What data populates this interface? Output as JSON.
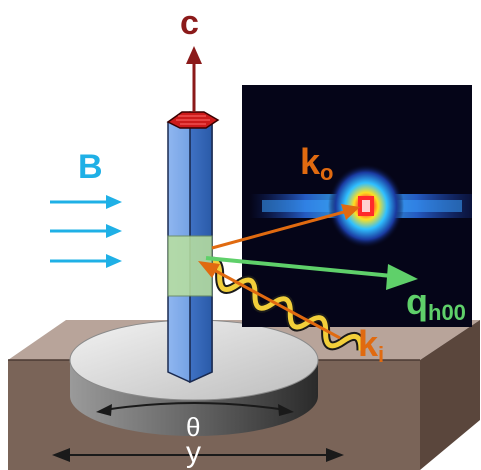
{
  "labels": {
    "c_axis": "c",
    "field": "B",
    "k_out": "k",
    "k_out_sub": "o",
    "k_in": "k",
    "k_in_sub": "i",
    "q": "q",
    "q_sub": "h00",
    "theta": "θ",
    "y": "y"
  },
  "colors": {
    "c_axis": "#8b1a1a",
    "field": "#1fb0e6",
    "k": "#e06a10",
    "q": "#5fd06a",
    "crystal": "#4a7fcf",
    "stage_base": "#7a6458",
    "turntable": "#d8d8d8",
    "detector_bg": "#050518"
  }
}
